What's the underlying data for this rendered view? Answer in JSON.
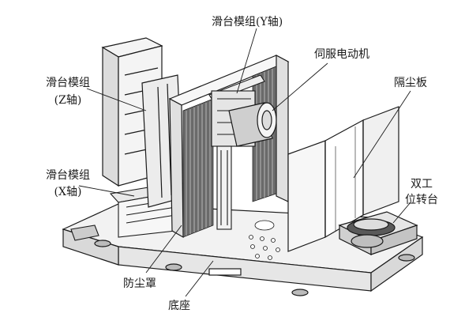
{
  "labels": {
    "y_slide": "滑台模组(Y轴)",
    "servo_motor": "伺服电动机",
    "dust_plate": "隔尘板",
    "z_slide_line1": "滑台模组",
    "z_slide_line2": "(Z轴)",
    "x_slide_line1": "滑台模组",
    "x_slide_line2": "(X轴)",
    "dual_turntable_line1": "双工",
    "dual_turntable_line2": "位转台",
    "dust_cover": "防尘罩",
    "base": "底座"
  },
  "colors": {
    "line": "#1a1a1a",
    "fill_light": "#f2f2f2",
    "fill_mid": "#d9d9d9",
    "fill_dark": "#5a5a5a",
    "background": "#ffffff"
  }
}
